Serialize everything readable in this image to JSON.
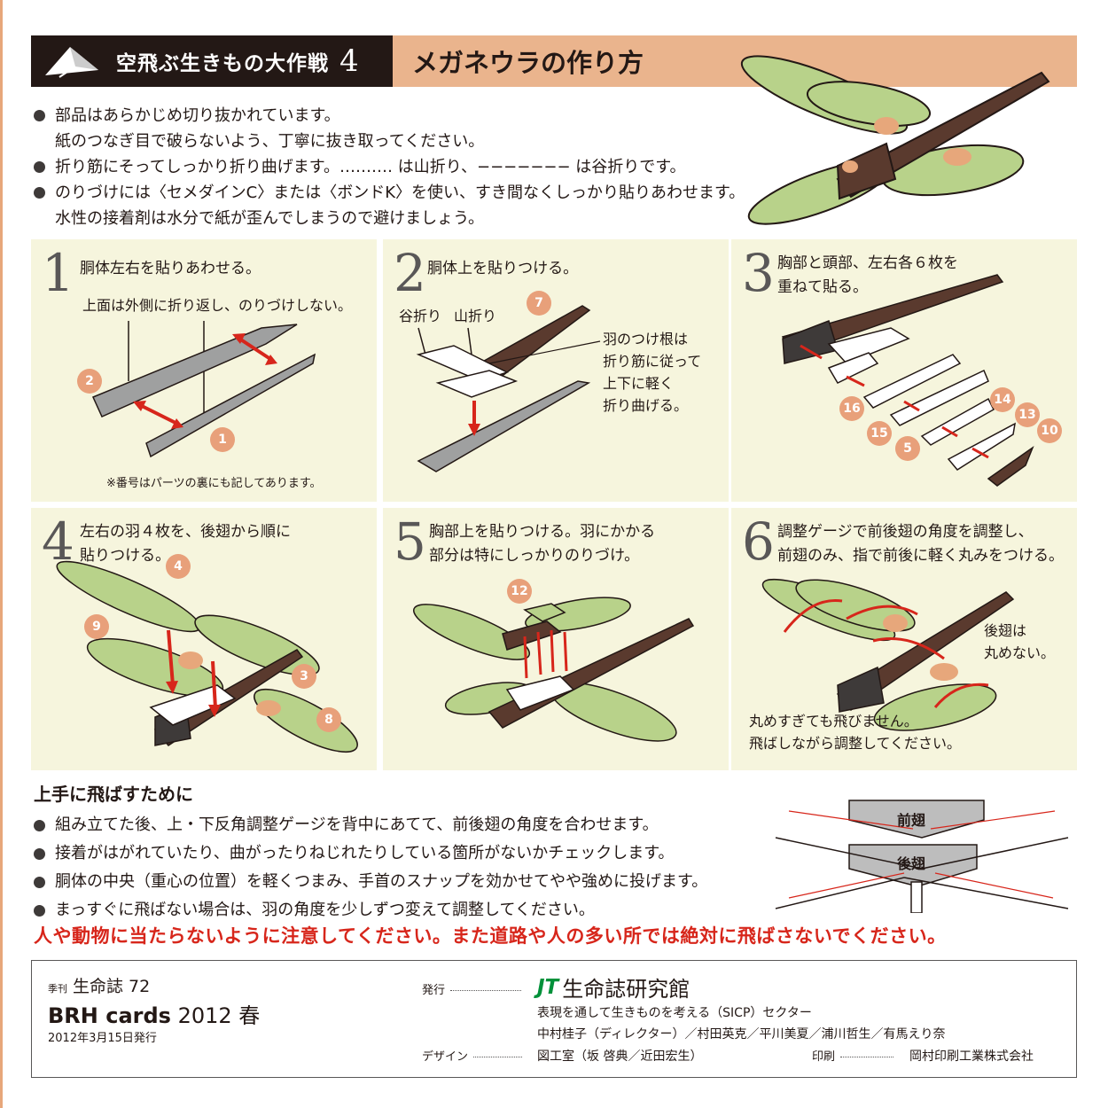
{
  "header": {
    "series": "空飛ぶ生きもの大作戦",
    "number": "4",
    "title": "メガネウラの作り方"
  },
  "intro": {
    "b1": "部品はあらかじめ切り抜かれています。",
    "b1_cont": "紙のつなぎ目で破らないよう、丁寧に抜き取ってください。",
    "b2": "折り筋にそってしっかり折り曲げます。‥‥‥‥‥ は山折り、−−−−−−− は谷折りです。",
    "b3": "のりづけには〈セメダインC〉または〈ボンドK〉を使い、すき間なくしっかり貼りあわせます。",
    "b3_cont": "水性の接着剤は水分で紙が歪んでしまうので避けましょう。"
  },
  "steps": {
    "s1": {
      "num": "1",
      "text": "胴体左右を貼りあわせる。",
      "note": "上面は外側に折り返し、のりづけしない。",
      "foot": "※番号はパーツの裏にも記してあります。",
      "parts": [
        "2",
        "1"
      ]
    },
    "s2": {
      "num": "2",
      "text": "胴体上を貼りつける。",
      "fold_valley": "谷折り",
      "fold_mountain": "山折り",
      "note": "羽のつけ根は\n折り筋に従って\n上下に軽く\n折り曲げる。",
      "parts": [
        "7"
      ]
    },
    "s3": {
      "num": "3",
      "text": "胸部と頭部、左右各６枚を\n重ねて貼る。",
      "parts": [
        "16",
        "14",
        "13",
        "10",
        "15",
        "5"
      ]
    },
    "s4": {
      "num": "4",
      "text": "左右の羽４枚を、後翅から順に\n貼りつける。",
      "parts": [
        "4",
        "9",
        "3",
        "8"
      ]
    },
    "s5": {
      "num": "5",
      "text": "胸部上を貼りつける。羽にかかる\n部分は特にしっかりのりづけ。",
      "parts": [
        "12"
      ]
    },
    "s6": {
      "num": "6",
      "text": "調整ゲージで前後翅の角度を調整し、\n前翅のみ、指で前後に軽く丸みをつける。",
      "note_right": "後翅は\n丸めない。",
      "note_bottom": "丸めすぎても飛びません。\n飛ばしながら調整してください。"
    }
  },
  "tips": {
    "title": "上手に飛ばすために",
    "t1": "組み立てた後、上・下反角調整ゲージを背中にあてて、前後翅の角度を合わせます。",
    "t2": "接着がはがれていたり、曲がったりねじれたりしている箇所がないかチェックします。",
    "t3": "胴体の中央（重心の位置）を軽くつまみ、手首のスナップを効かせてやや強めに投げます。",
    "t4": "まっすぐに飛ばない場合は、羽の角度を少しずつ変えて調整してください。",
    "gauge_front": "前翅",
    "gauge_rear": "後翅"
  },
  "warning": "人や動物に当たらないように注意してください。また道路や人の多い所では絶対に飛ばさないでください。",
  "footer": {
    "quarterly_small": "季刊",
    "quarterly": "生命誌 72",
    "brh_bold": "BRH cards",
    "brh_rest": " 2012 春",
    "issued": "2012年3月15日発行",
    "publisher_label": "発行",
    "jt": "JT",
    "publisher": "生命誌研究館",
    "sicp": "表現を通して生きものを考える（SICP）セクター",
    "staff": "中村桂子（ディレクター）／村田英克／平川美夏／浦川哲生／有馬えり奈",
    "design_label": "デザイン",
    "design": "図工室（坂 啓典／近田宏生）",
    "print_label": "印刷",
    "print": "岡村印刷工業株式会社"
  },
  "colors": {
    "accent": "#eab48d",
    "badge": "#e8a07a",
    "panel": "#f6f5dd",
    "wing": "#b8d28a",
    "body": "#5a3a2e",
    "warning": "#d7261b"
  }
}
